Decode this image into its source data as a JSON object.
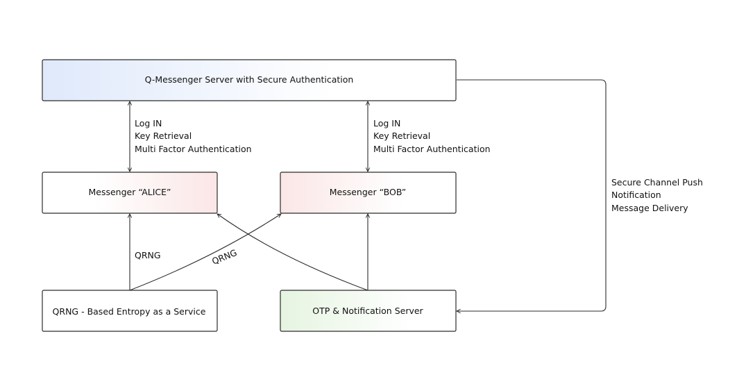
{
  "nodes": {
    "server": {
      "label": "Q-Messenger Server with Secure Authentication"
    },
    "alice": {
      "label": "Messenger “ALICE”"
    },
    "bob": {
      "label": "Messenger “BOB”"
    },
    "qrng_service": {
      "label": "QRNG - Based Entropy as a Service"
    },
    "otp_server": {
      "label": "OTP & Notification Server"
    }
  },
  "edges": {
    "server_alice": {
      "lines": [
        "Log IN",
        "Key Retrieval",
        "Multi Factor Authentication"
      ]
    },
    "server_bob": {
      "lines": [
        "Log IN",
        "Key Retrieval",
        "Multi Factor Authentication"
      ]
    },
    "qrng_alice": {
      "label": "QRNG"
    },
    "qrng_bob": {
      "label": "QRNG"
    },
    "server_otp": {
      "lines": [
        "Secure Channel Push",
        "Notification",
        "Message Delivery"
      ]
    }
  },
  "colors": {
    "server_tint": "#dfe9fb",
    "alice_tint": "#fbe6e6",
    "bob_tint": "#fbe6e6",
    "otp_tint": "#e6f4e1",
    "line": "#2b2b2b"
  }
}
